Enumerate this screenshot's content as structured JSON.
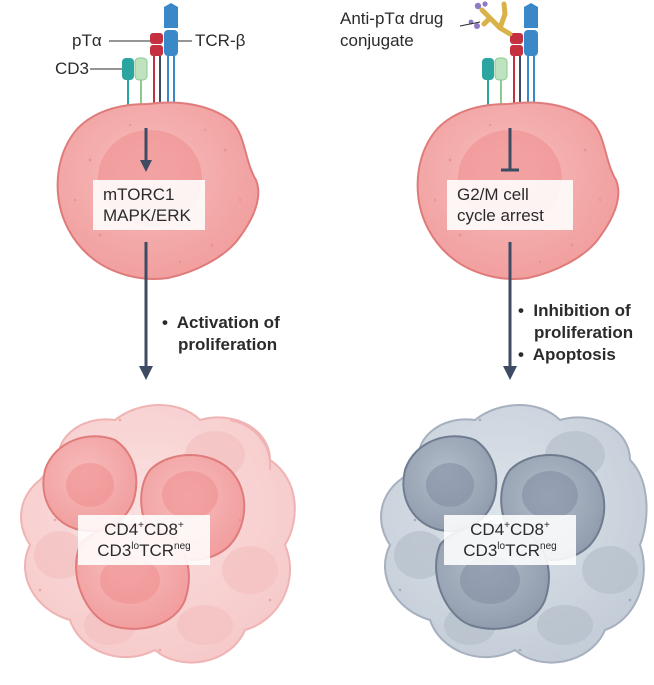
{
  "left_panel": {
    "receptor_labels": {
      "pta": "pTα",
      "tcrb": "TCR-β",
      "cd3": "CD3"
    },
    "signaling_text": [
      "mTORC1",
      "MAPK/ERK"
    ],
    "outcome_bullets": [
      {
        "marker": "•",
        "lines": [
          "Activation of",
          "proliferation"
        ]
      }
    ],
    "population": {
      "line1": {
        "a": "CD4",
        "a_sup": "+",
        "b": "CD8",
        "b_sup": "+"
      },
      "line2": {
        "a": "CD3",
        "a_sup": "lo",
        "b": "TCR",
        "b_sup": "neg"
      }
    }
  },
  "right_panel": {
    "drug_label": [
      "Anti-pTα drug",
      "conjugate"
    ],
    "signaling_text": [
      "G2/M cell",
      "cycle arrest"
    ],
    "outcome_bullets": [
      {
        "marker": "•",
        "lines": [
          "Inhibition of",
          "proliferation"
        ]
      },
      {
        "marker": "•",
        "lines": [
          "Apoptosis"
        ]
      }
    ],
    "population": {
      "line1": {
        "a": "CD4",
        "a_sup": "+",
        "b": "CD8",
        "b_sup": "+"
      },
      "line2": {
        "a": "CD3",
        "a_sup": "lo",
        "b": "TCR",
        "b_sup": "neg"
      }
    }
  },
  "colors": {
    "active_cell": "#f2a5a5",
    "active_cell_edge": "#e07b7b",
    "active_cluster_back": "#f9d3d3",
    "inhibited_cell": "#c9d1dc",
    "inhibited_cell_edge": "#8f9bab",
    "inhibited_cluster_front": "#9aa6b5",
    "arrow": "#3d4b63",
    "pta": "#c4303f",
    "tcrb": "#3b88c8",
    "cd3_teal": "#2aa5a0",
    "cd3_light": "#9fd4a2",
    "drug_gold": "#d9b24a",
    "drug_payload": "#8e7ac4"
  }
}
